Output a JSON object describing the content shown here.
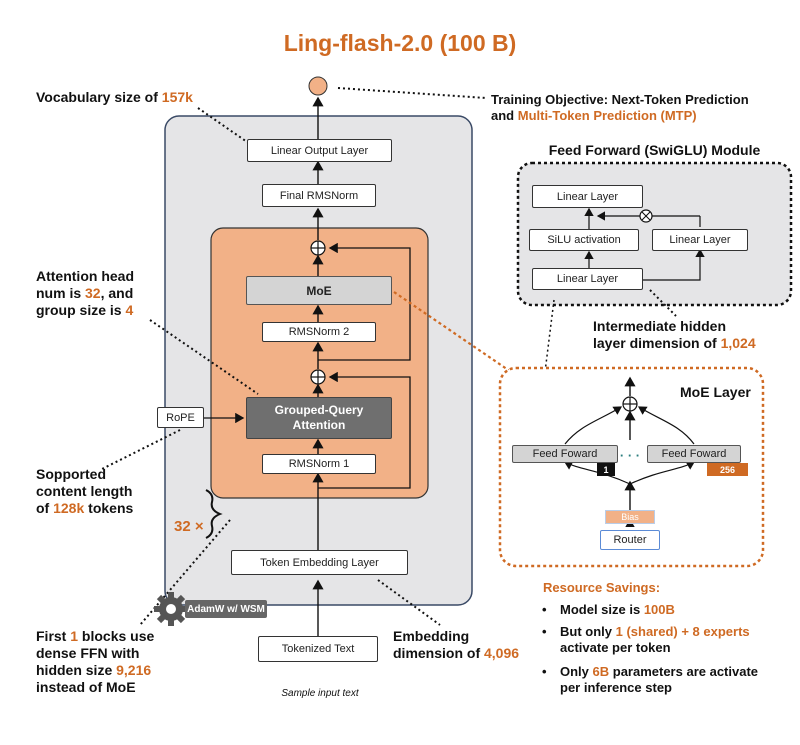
{
  "title": "Ling-flash-2.0 (100 B)",
  "notes": {
    "vocab_prefix": "Vocabulary size of ",
    "vocab_value": "157k",
    "training_line1": "Training Objective: Next-Token Prediction",
    "training_and": "and ",
    "training_mtp": "Multi-Token Prediction (MTP)",
    "attn_line1": "Attention head",
    "attn_num_prefix": "num is ",
    "attn_num": "32",
    "attn_num_suffix": ", and",
    "attn_group_prefix": "group size is ",
    "attn_group": "4",
    "ctx_line1": "Sopported",
    "ctx_line2": "content length",
    "ctx_of": "of ",
    "ctx_value": "128k",
    "ctx_suffix": " tokens",
    "repeat_label": "32 ×",
    "dense_first": "First ",
    "dense_n": "1",
    "dense_rest": " blocks use",
    "dense_line2": "dense FFN with",
    "dense_line3_prefix": "hidden size ",
    "dense_hidden": "9,216",
    "dense_line4": "instead of MoE",
    "emb_line1": "Embedding",
    "emb_prefix": "dimension of ",
    "emb_value": "4,096",
    "inter_line1": "Intermediate hidden",
    "inter_prefix": "layer dimension of ",
    "inter_value": "1,024"
  },
  "main_stack": {
    "linear_output": "Linear Output Layer",
    "final_norm": "Final RMSNorm",
    "moe": "MoE",
    "rmsnorm2": "RMSNorm 2",
    "gqa_line1": "Grouped-Query",
    "gqa_line2": "Attention",
    "rmsnorm1": "RMSNorm 1",
    "rope": "RoPE",
    "token_embedding": "Token Embedding Layer",
    "tokenized_text": "Tokenized Text",
    "sample_input": "Sample input text",
    "optimizer": "AdamW w/ WSM"
  },
  "ffn_module": {
    "title": "Feed Forward (SwiGLU) Module",
    "linear_top": "Linear Layer",
    "silu": "SiLU activation",
    "linear_right": "Linear Layer",
    "linear_bottom": "Linear Layer"
  },
  "moe_layer": {
    "title": "MoE Layer",
    "expert_left": "Feed Foward",
    "expert_right": "Feed Foward",
    "badge_first": "1",
    "badge_last": "256",
    "dots": "· · ·",
    "bias": "Bias",
    "router": "Router"
  },
  "savings": {
    "title": "Resource Savings:",
    "b1_prefix": "Model size is ",
    "b1_value": "100B",
    "b2_prefix": "But only ",
    "b2_value": "1 (shared) + 8 experts",
    "b2_line2": "activate per token",
    "b3_prefix": "Only ",
    "b3_value": "6B",
    "b3_suffix": " parameters are activate",
    "b3_line2": "per inference step",
    "bullet": "•"
  },
  "colors": {
    "accent_orange": "#cf6a23",
    "block_fill": "#f2b187",
    "panel_gray": "#e5e5e7",
    "panel_border": "#3a4a66",
    "bias_fill": "#f2b187",
    "router_border": "#5b8bd6"
  }
}
